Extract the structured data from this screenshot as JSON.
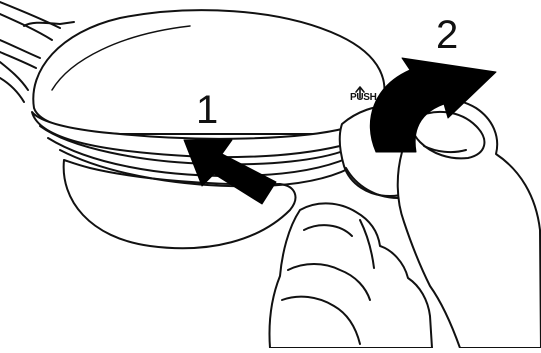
{
  "labels": {
    "step1": "1",
    "step2": "2",
    "push": "PUSH"
  },
  "colors": {
    "line": "#111111",
    "fill": "#ffffff",
    "arrow": "#000000"
  },
  "icons": {
    "push_arrow": "up-arrow-icon",
    "step1_arrow": "straight-arrow-icon",
    "step2_arrow": "curved-arrow-icon"
  }
}
